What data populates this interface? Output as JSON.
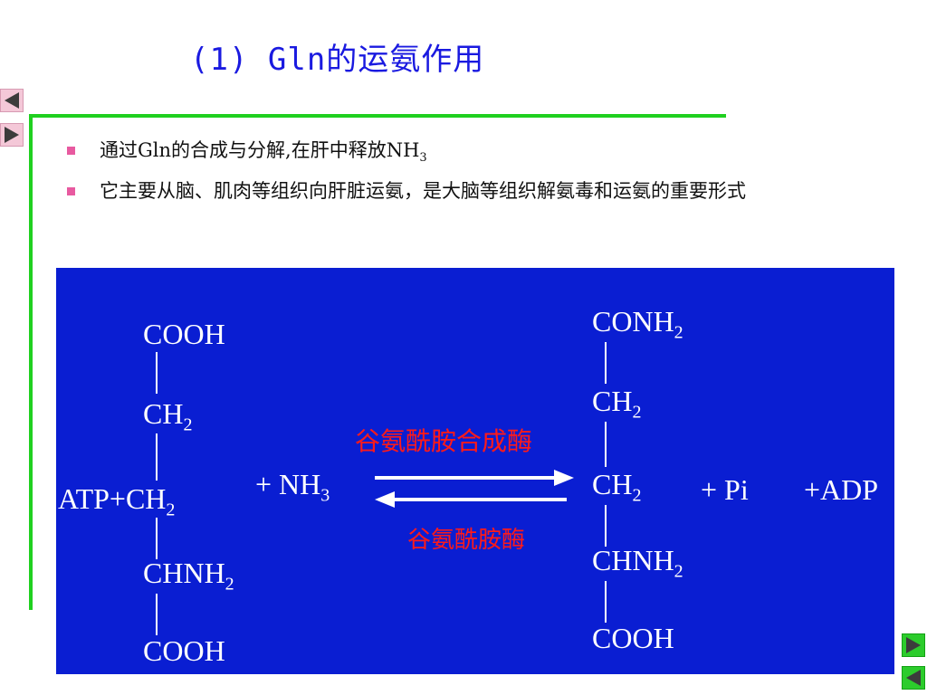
{
  "title": "(1) Gln的运氨作用",
  "bullets": [
    {
      "text": "通过Gln的合成与分解,在肝中释放NH",
      "sub": "3"
    },
    {
      "text": "它主要从脑、肌肉等组织向肝脏运氨，是大脑等组织解氨毒和运氨的重要形式",
      "sub": ""
    }
  ],
  "reaction": {
    "left_prefix": "ATP+",
    "left_chain": [
      {
        "main": "COOH",
        "sub": ""
      },
      {
        "main": "CH",
        "sub": "2"
      },
      {
        "main": "CH",
        "sub": "2"
      },
      {
        "main": "CHNH",
        "sub": "2"
      },
      {
        "main": "COOH",
        "sub": ""
      }
    ],
    "plus_nh3": {
      "main": "+ NH",
      "sub": "3"
    },
    "enzyme_forward": "谷氨酰胺合成酶",
    "enzyme_reverse": "谷氨酰胺酶",
    "right_chain": [
      {
        "main": "CONH",
        "sub": "2"
      },
      {
        "main": "CH",
        "sub": "2"
      },
      {
        "main": "CH",
        "sub": "2"
      },
      {
        "main": "CHNH",
        "sub": "2"
      },
      {
        "main": "COOH",
        "sub": ""
      }
    ],
    "plus_pi": "+ Pi",
    "plus_adp": "+ADP"
  },
  "colors": {
    "title": "#1a1ae0",
    "frame": "#1fd01f",
    "panel": "#0a1ed2",
    "enzyme": "#ff1a1a",
    "bullet": "#e85aa0"
  },
  "nav": {
    "top_prev_icon": "triangle-left-icon",
    "top_next_icon": "triangle-right-icon",
    "bottom_next_icon": "triangle-right-icon",
    "bottom_prev_icon": "triangle-left-icon"
  }
}
